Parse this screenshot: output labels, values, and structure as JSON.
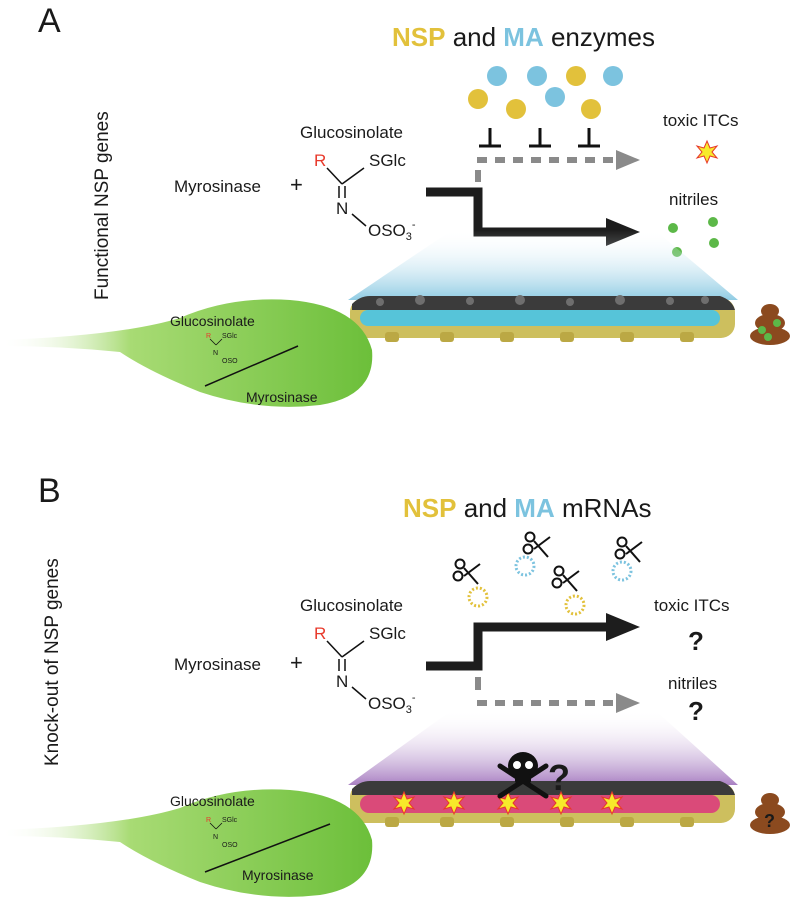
{
  "colors": {
    "nsp": "#E2C13B",
    "ma": "#7CC3DF",
    "arrow": "#1d1d1d",
    "dashed": "#8a8a8a",
    "leaf": "#7CC544",
    "gut_normal": "#56C4D9",
    "gut_knockout": "#DA4A79",
    "glow_a": "#9FD6EA",
    "glow_b": "#B085C9",
    "nitrile_dot": "#5CB848",
    "frass": "#8B4A1F",
    "radical": "#E8392B"
  },
  "panel_a": {
    "letter": "A",
    "side_label": "Functional NSP genes",
    "title_nsp": "NSP",
    "title_and": " and ",
    "title_ma": "MA",
    "title_rest": " enzymes",
    "substrate": "Glucosinolate",
    "enzyme": "Myrosinase",
    "plus": "+",
    "radical": "R",
    "sglc": "SGlc",
    "n": "N",
    "oso3": "OSO",
    "sub3": "3",
    "sup_minus": "-",
    "product_top": "toxic ITCs",
    "product_bottom": "nitriles",
    "leaf_substrate": "Glucosinolate",
    "leaf_enzyme": "Myrosinase"
  },
  "panel_b": {
    "letter": "B",
    "side_label": "Knock-out of NSP genes",
    "title_nsp": "NSP",
    "title_and": " and ",
    "title_ma": "MA",
    "title_rest": " mRNAs",
    "substrate": "Glucosinolate",
    "enzyme": "Myrosinase",
    "plus": "+",
    "radical": "R",
    "sglc": "SGlc",
    "n": "N",
    "oso3": "OSO",
    "sub3": "3",
    "sup_minus": "-",
    "product_top": "toxic ITCs",
    "product_bottom": "nitriles",
    "unknown_top": "?",
    "unknown_bottom": "?",
    "unknown_larva": "?",
    "unknown_frass": "?",
    "leaf_substrate": "Glucosinolate",
    "leaf_enzyme": "Myrosinase"
  },
  "icons": {
    "enzyme_dot": "enzyme-circle-icon",
    "inhibition": "inhibition-bar-icon",
    "toxic_itc": "starburst-icon",
    "scissors": "scissors-icon",
    "skull": "skull-crossbones-icon",
    "frass": "frass-icon",
    "larva": "caterpillar-icon",
    "leaf": "leaf-icon"
  }
}
